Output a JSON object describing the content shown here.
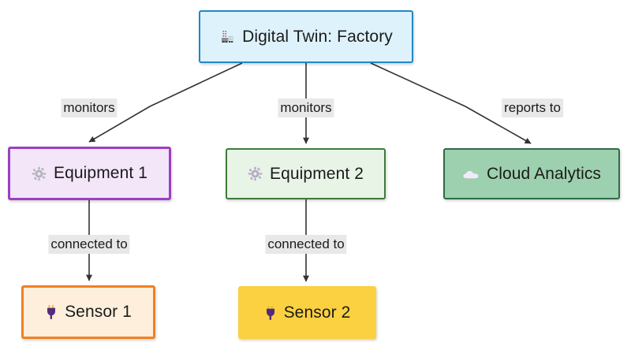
{
  "diagram": {
    "type": "flowchart",
    "title": "Digital Twin: Factory",
    "background": "#ffffff",
    "nodes": [
      {
        "id": "root",
        "label": "Digital Twin: Factory",
        "icon": "factory-icon",
        "fill": "#ddf2fb",
        "stroke": "#1e88c7"
      },
      {
        "id": "eq1",
        "label": "Equipment 1",
        "icon": "gear-icon",
        "fill": "#f3e6f9",
        "stroke": "#9c3fc4"
      },
      {
        "id": "eq2",
        "label": "Equipment 2",
        "icon": "gear-icon",
        "fill": "#e8f4e6",
        "stroke": "#3d7c3a"
      },
      {
        "id": "cloud",
        "label": "Cloud Analytics",
        "icon": "cloud-icon",
        "fill": "#9dd0ae",
        "stroke": "#2f6b45"
      },
      {
        "id": "s1",
        "label": "Sensor 1",
        "icon": "plug-icon",
        "fill": "#fdefdb",
        "stroke": "#ef8023"
      },
      {
        "id": "s2",
        "label": "Sensor 2",
        "icon": "plug-icon",
        "fill": "#fbd141",
        "stroke": "none"
      }
    ],
    "edges": [
      {
        "from": "root",
        "to": "eq1",
        "label": "monitors"
      },
      {
        "from": "root",
        "to": "eq2",
        "label": "monitors"
      },
      {
        "from": "root",
        "to": "cloud",
        "label": "reports to"
      },
      {
        "from": "eq1",
        "to": "s1",
        "label": "connected to"
      },
      {
        "from": "eq2",
        "to": "s2",
        "label": "connected to"
      }
    ],
    "edge_style": {
      "line_color": "#333333",
      "label_background": "#e8e8e8",
      "arrowhead": "solid-triangle"
    }
  }
}
